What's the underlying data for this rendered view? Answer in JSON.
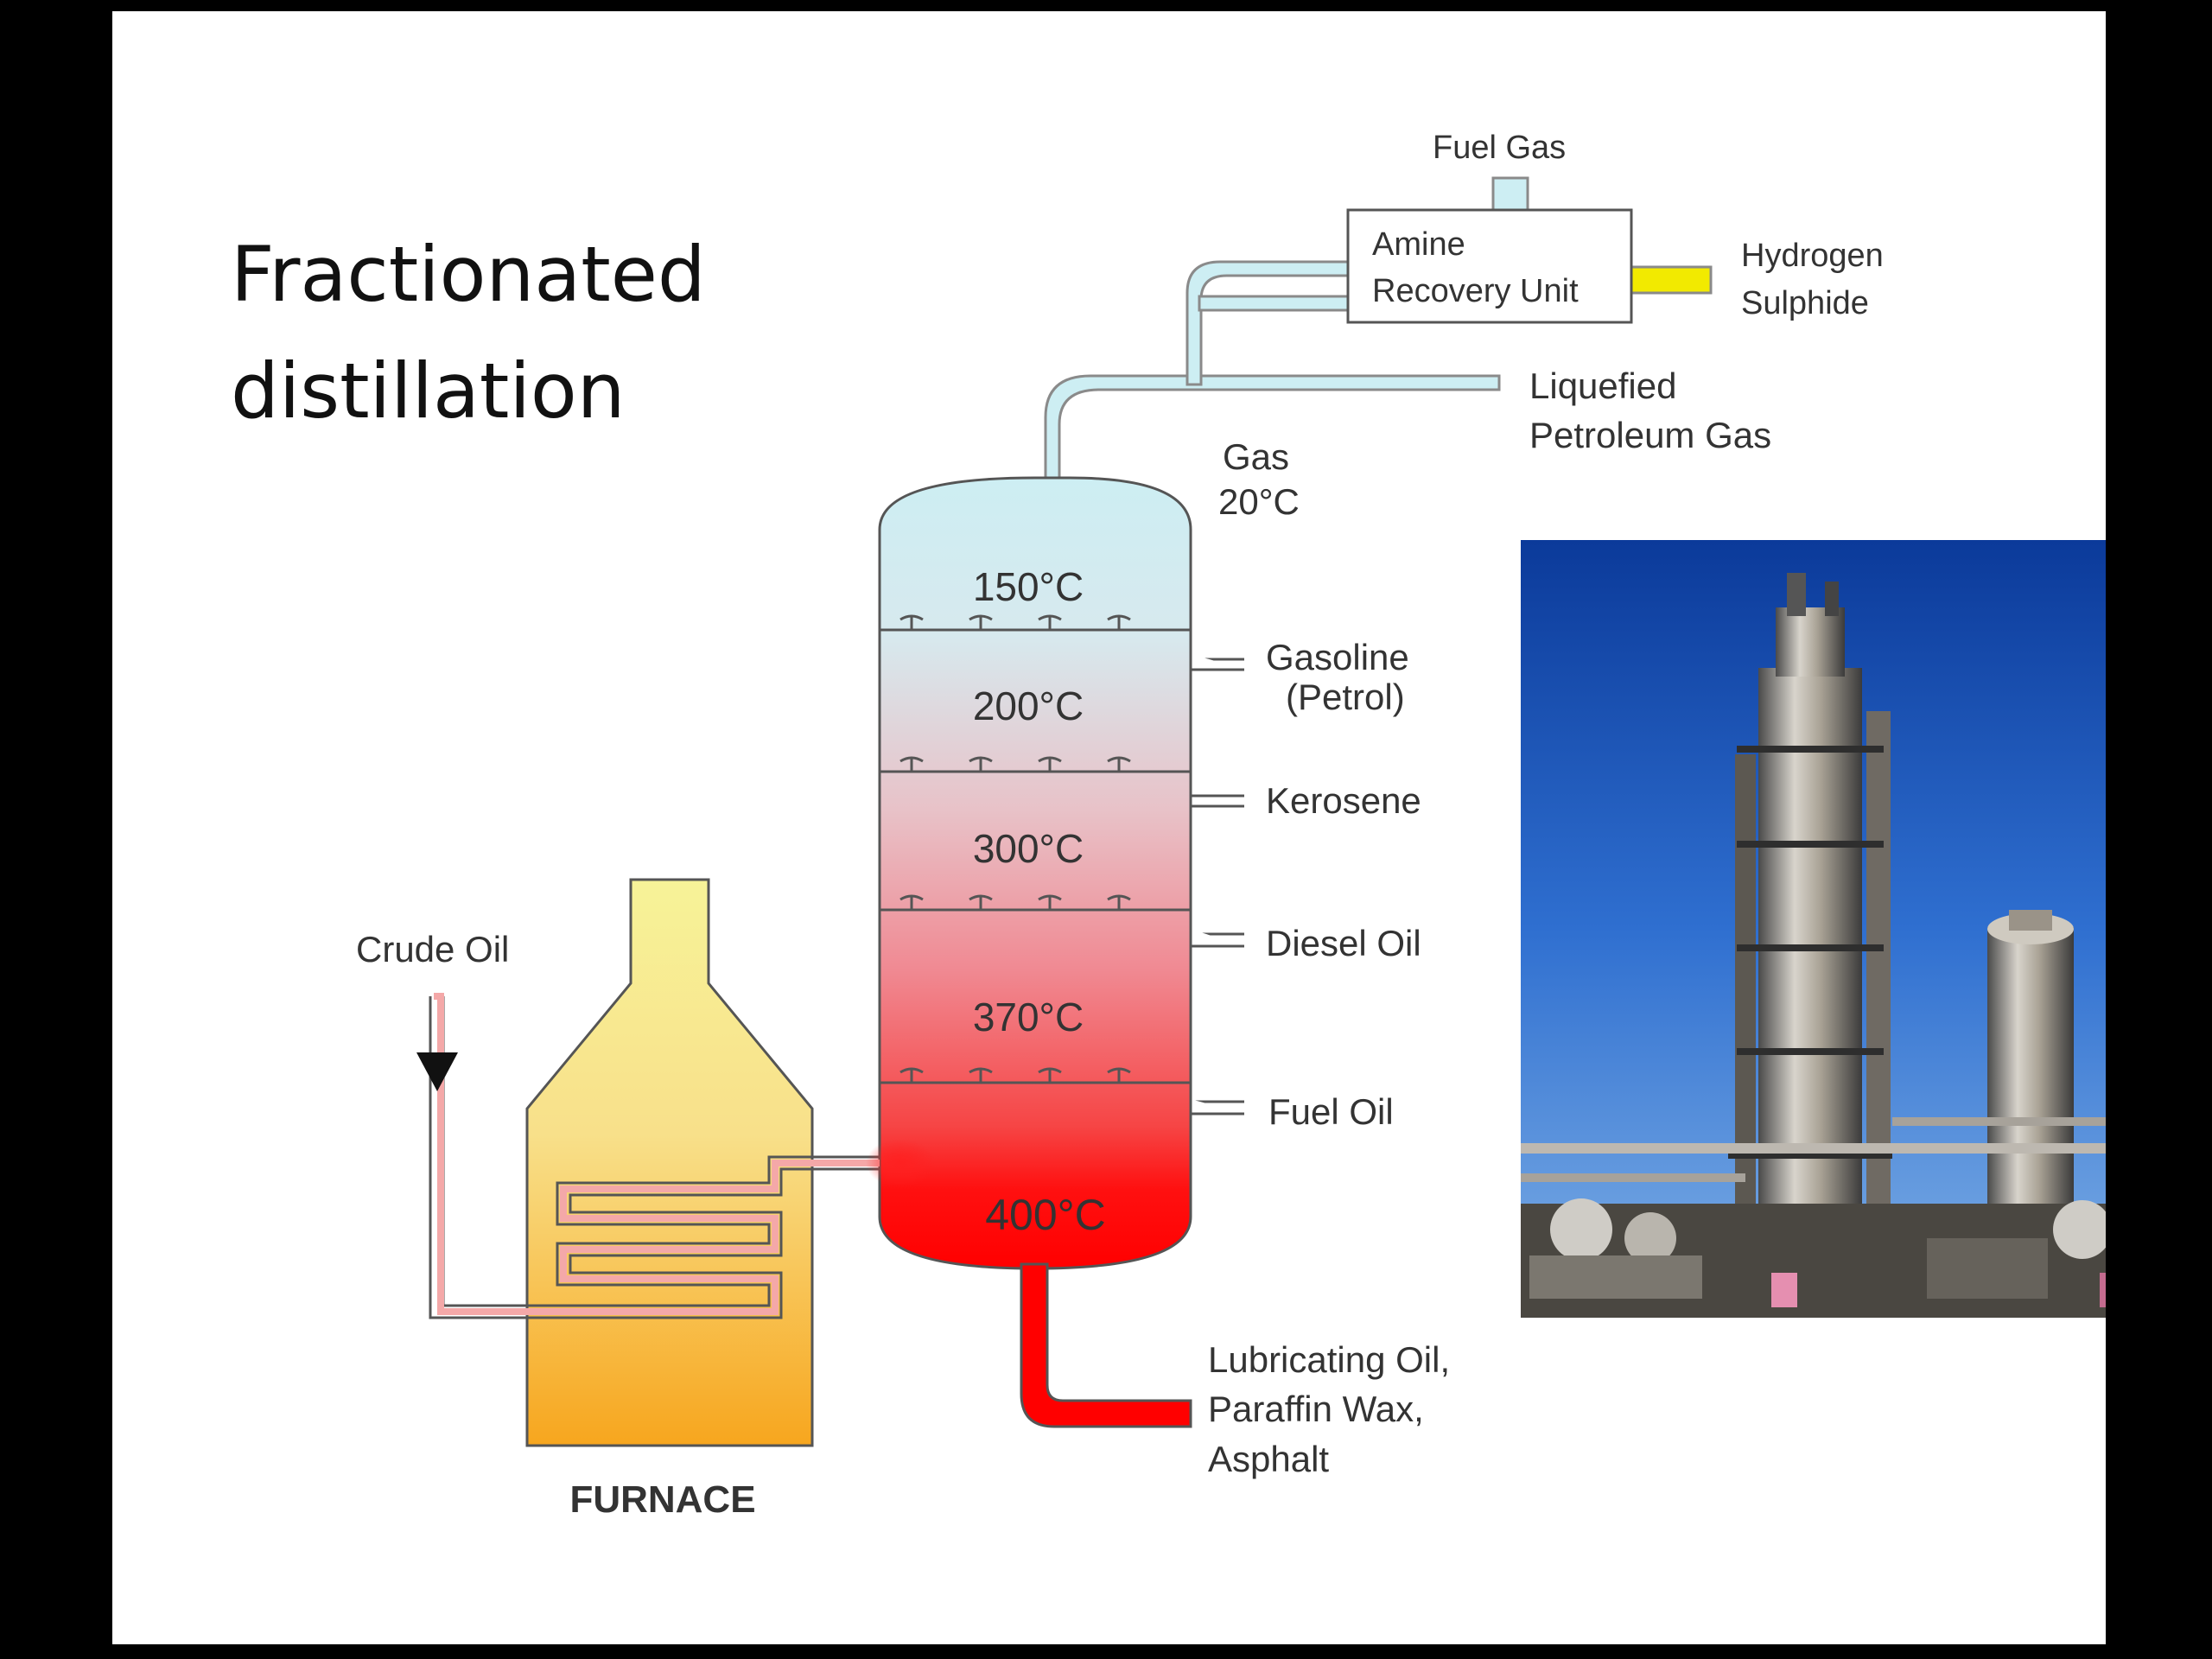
{
  "slide_title": [
    "Fractionated",
    "distillation"
  ],
  "labels": {
    "fuel_gas": "Fuel Gas",
    "amine_unit": [
      "Amine",
      "Recovery Unit"
    ],
    "hydrogen_sulphide": [
      "Hydrogen",
      "Sulphide"
    ],
    "lpg": [
      "Liquefied",
      "Petroleum Gas"
    ],
    "gas": [
      "Gas",
      "20°C"
    ],
    "gasoline": [
      "Gasoline",
      "(Petrol)"
    ],
    "kerosene": "Kerosene",
    "diesel": "Diesel Oil",
    "fuel_oil": "Fuel Oil",
    "residue": [
      "Lubricating Oil,",
      "Paraffin Wax,",
      "Asphalt"
    ],
    "crude_oil": "Crude Oil",
    "furnace": "FURNACE"
  },
  "temperatures": [
    "150°C",
    "200°C",
    "300°C",
    "370°C",
    "400°C"
  ],
  "colors": {
    "column_top": "#cdeef3",
    "column_bottom": "#ff0000",
    "pipe_gas": "#cdeef3",
    "pipe_h2s": "#f2ea00",
    "furnace_top": "#f7f398",
    "furnace_bottom": "#f7a61e",
    "crude_pipe": "#f4a8a8"
  },
  "photo": {
    "subject": "oil-refinery-tower-photo"
  }
}
